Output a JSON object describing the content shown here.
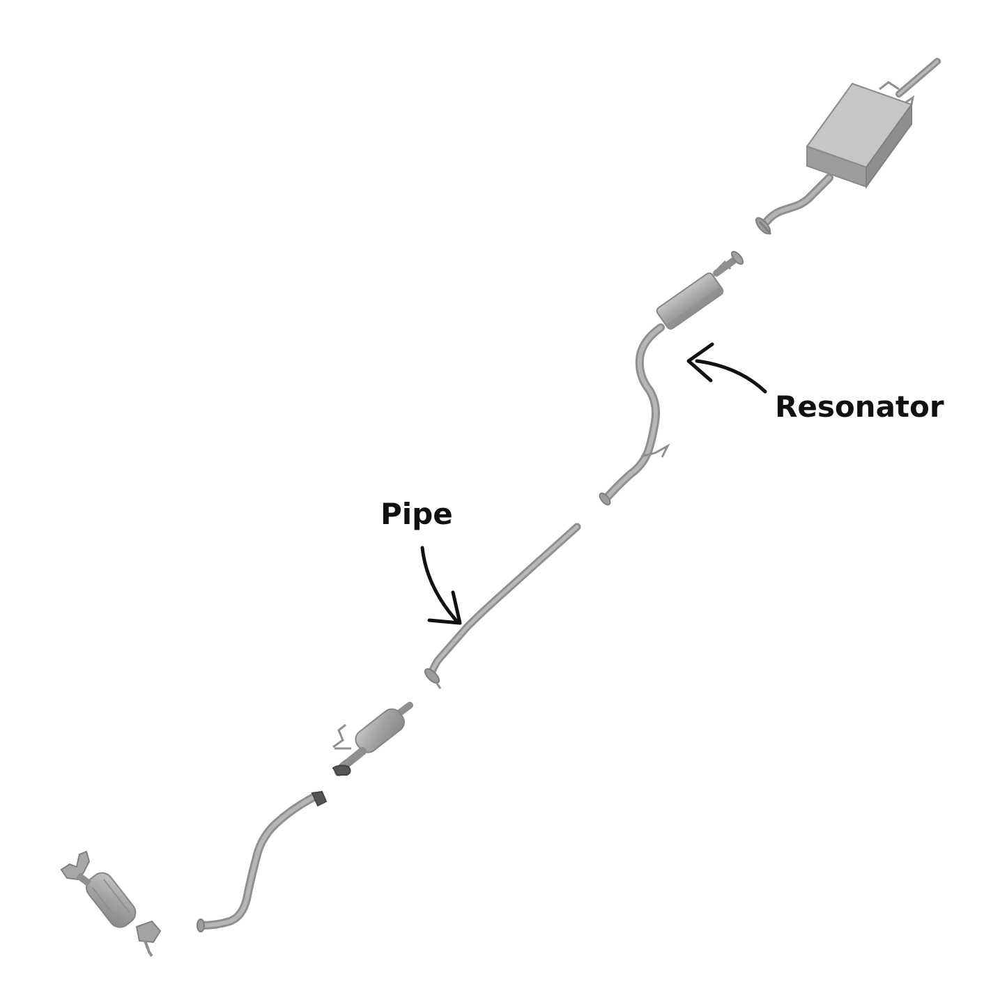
{
  "labels": {
    "resonator": "Resonator",
    "pipe": "Pipe"
  },
  "colors": {
    "metal_fill": "#a9a9a9",
    "metal_stroke": "#8a8a8a",
    "metal_dark": "#7a7a7a",
    "metal_light": "#c4c4c4",
    "arrow": "#111111",
    "background": "#ffffff"
  },
  "parts": [
    "muffler-assembly",
    "resonator-assembly",
    "intermediate-pipe",
    "catalytic-converter",
    "front-pipe",
    "manifold-converter"
  ]
}
